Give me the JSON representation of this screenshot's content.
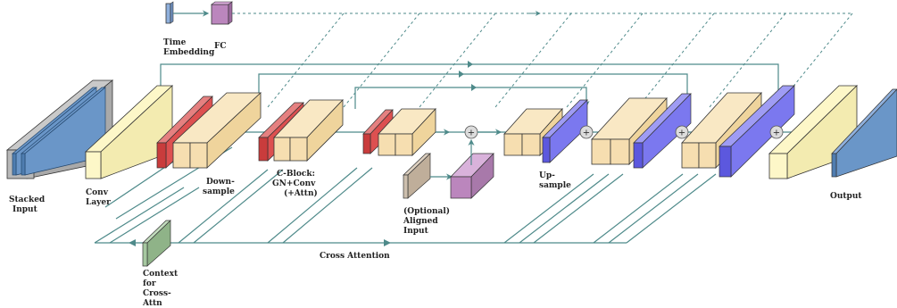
{
  "diagram": {
    "labels": {
      "stacked_input": [
        "Stacked",
        "Input"
      ],
      "conv_layer": [
        "Conv",
        "Layer"
      ],
      "down_sample": [
        "Down-",
        "sample"
      ],
      "c_block": [
        "C-Block:",
        "GN+Conv",
        "(+Attn)"
      ],
      "aligned_input": [
        "(Optional)",
        "Aligned",
        "Input"
      ],
      "up_sample": [
        "Up-",
        "sample"
      ],
      "output": [
        "Output"
      ],
      "time_embedding": [
        "Time",
        "Embedding"
      ],
      "fc": [
        "FC"
      ],
      "context": [
        "Context",
        "for",
        "Cross-",
        "Attn"
      ],
      "cross_attention": [
        "Cross Attention"
      ]
    },
    "colors": {
      "line": "#4e8a8a",
      "input_gray": "#b8b8b8",
      "input_blue": "#6a96c8",
      "conv_yellow": "#fdf7c8",
      "block_orange": "#f6deb0",
      "downsample_red": "#dd5050",
      "upsample_blue": "#7b78ef",
      "fc_purple": "#bb86bd",
      "context_green": "#a6c8a0",
      "aligned_gray": "#cdbfae",
      "plus_gray": "#dcdcdc"
    }
  }
}
